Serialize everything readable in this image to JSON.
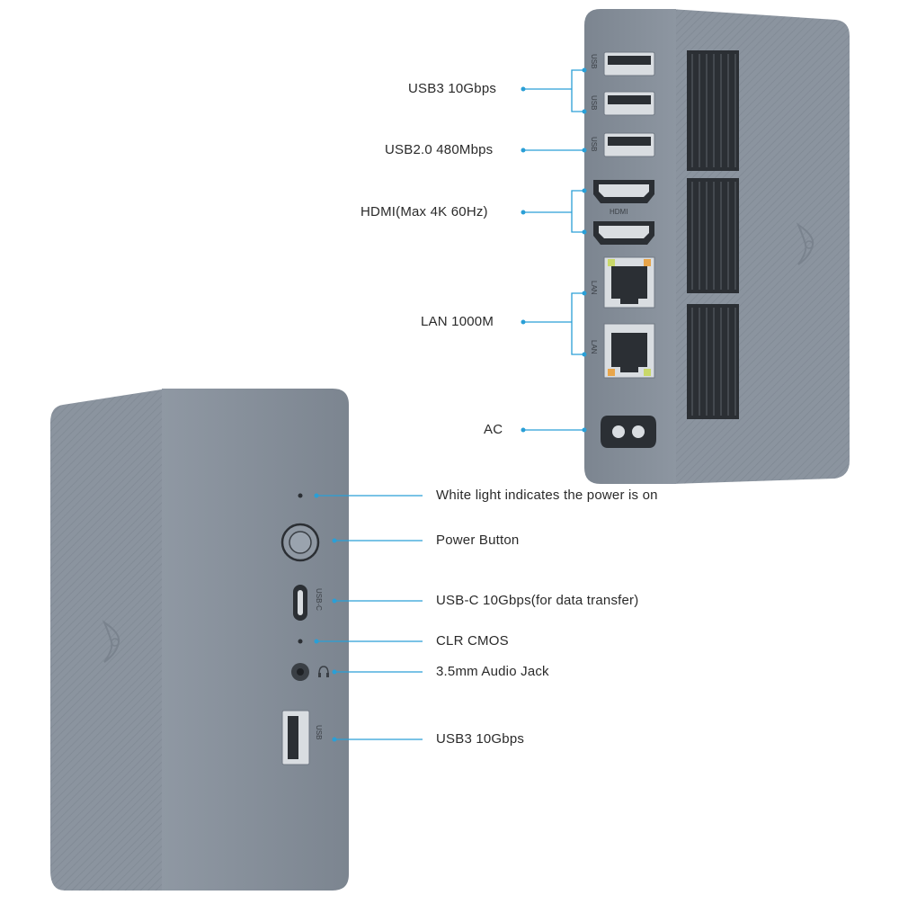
{
  "colors": {
    "chassis": "#8a939e",
    "chassis_dark": "#6f7883",
    "chassis_light": "#9aa3ae",
    "panel": "#8d96a1",
    "callout": "#2a9fd6",
    "port_dark": "#2b2f34",
    "port_metal": "#d9dde1",
    "label_text": "#2a2a2a"
  },
  "back_panel": {
    "port_labels": {
      "usb": "USB",
      "hdmi": "HDMI",
      "lan": "LAN"
    },
    "callouts": {
      "usb3": "USB3 10Gbps",
      "usb2": "USB2.0 480Mbps",
      "hdmi": "HDMI(Max 4K 60Hz)",
      "lan": "LAN 1000M",
      "ac": "AC"
    }
  },
  "front_panel": {
    "port_labels": {
      "usb_c": "USB-C",
      "usb": "USB"
    },
    "callouts": {
      "power_light": "White light indicates the power is on",
      "power_button": "Power Button",
      "usb_c": "USB-C 10Gbps(for data transfer)",
      "clr_cmos": "CLR CMOS",
      "audio": "3.5mm Audio Jack",
      "usb3": "USB3 10Gbps"
    }
  },
  "icons": {
    "logo": "brand-logo-icon",
    "headphone": "headphone-icon",
    "power": "power-icon"
  }
}
